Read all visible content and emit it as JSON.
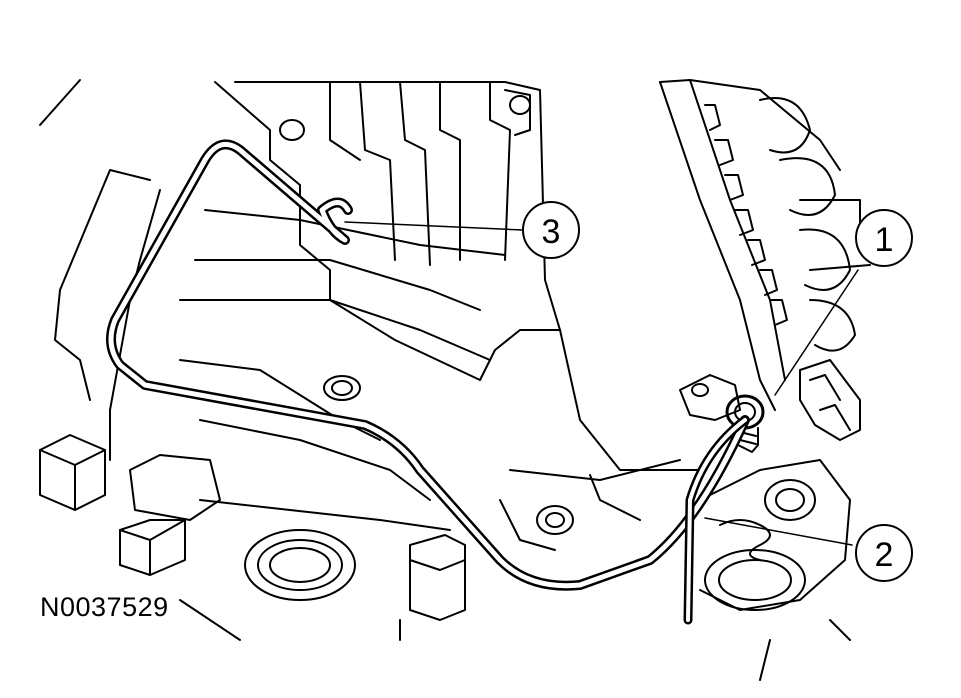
{
  "figure": {
    "id": "N0037529",
    "background": "#ffffff",
    "line_color": "#000000"
  },
  "callouts": [
    {
      "number": "1"
    },
    {
      "number": "2"
    },
    {
      "number": "3"
    }
  ]
}
